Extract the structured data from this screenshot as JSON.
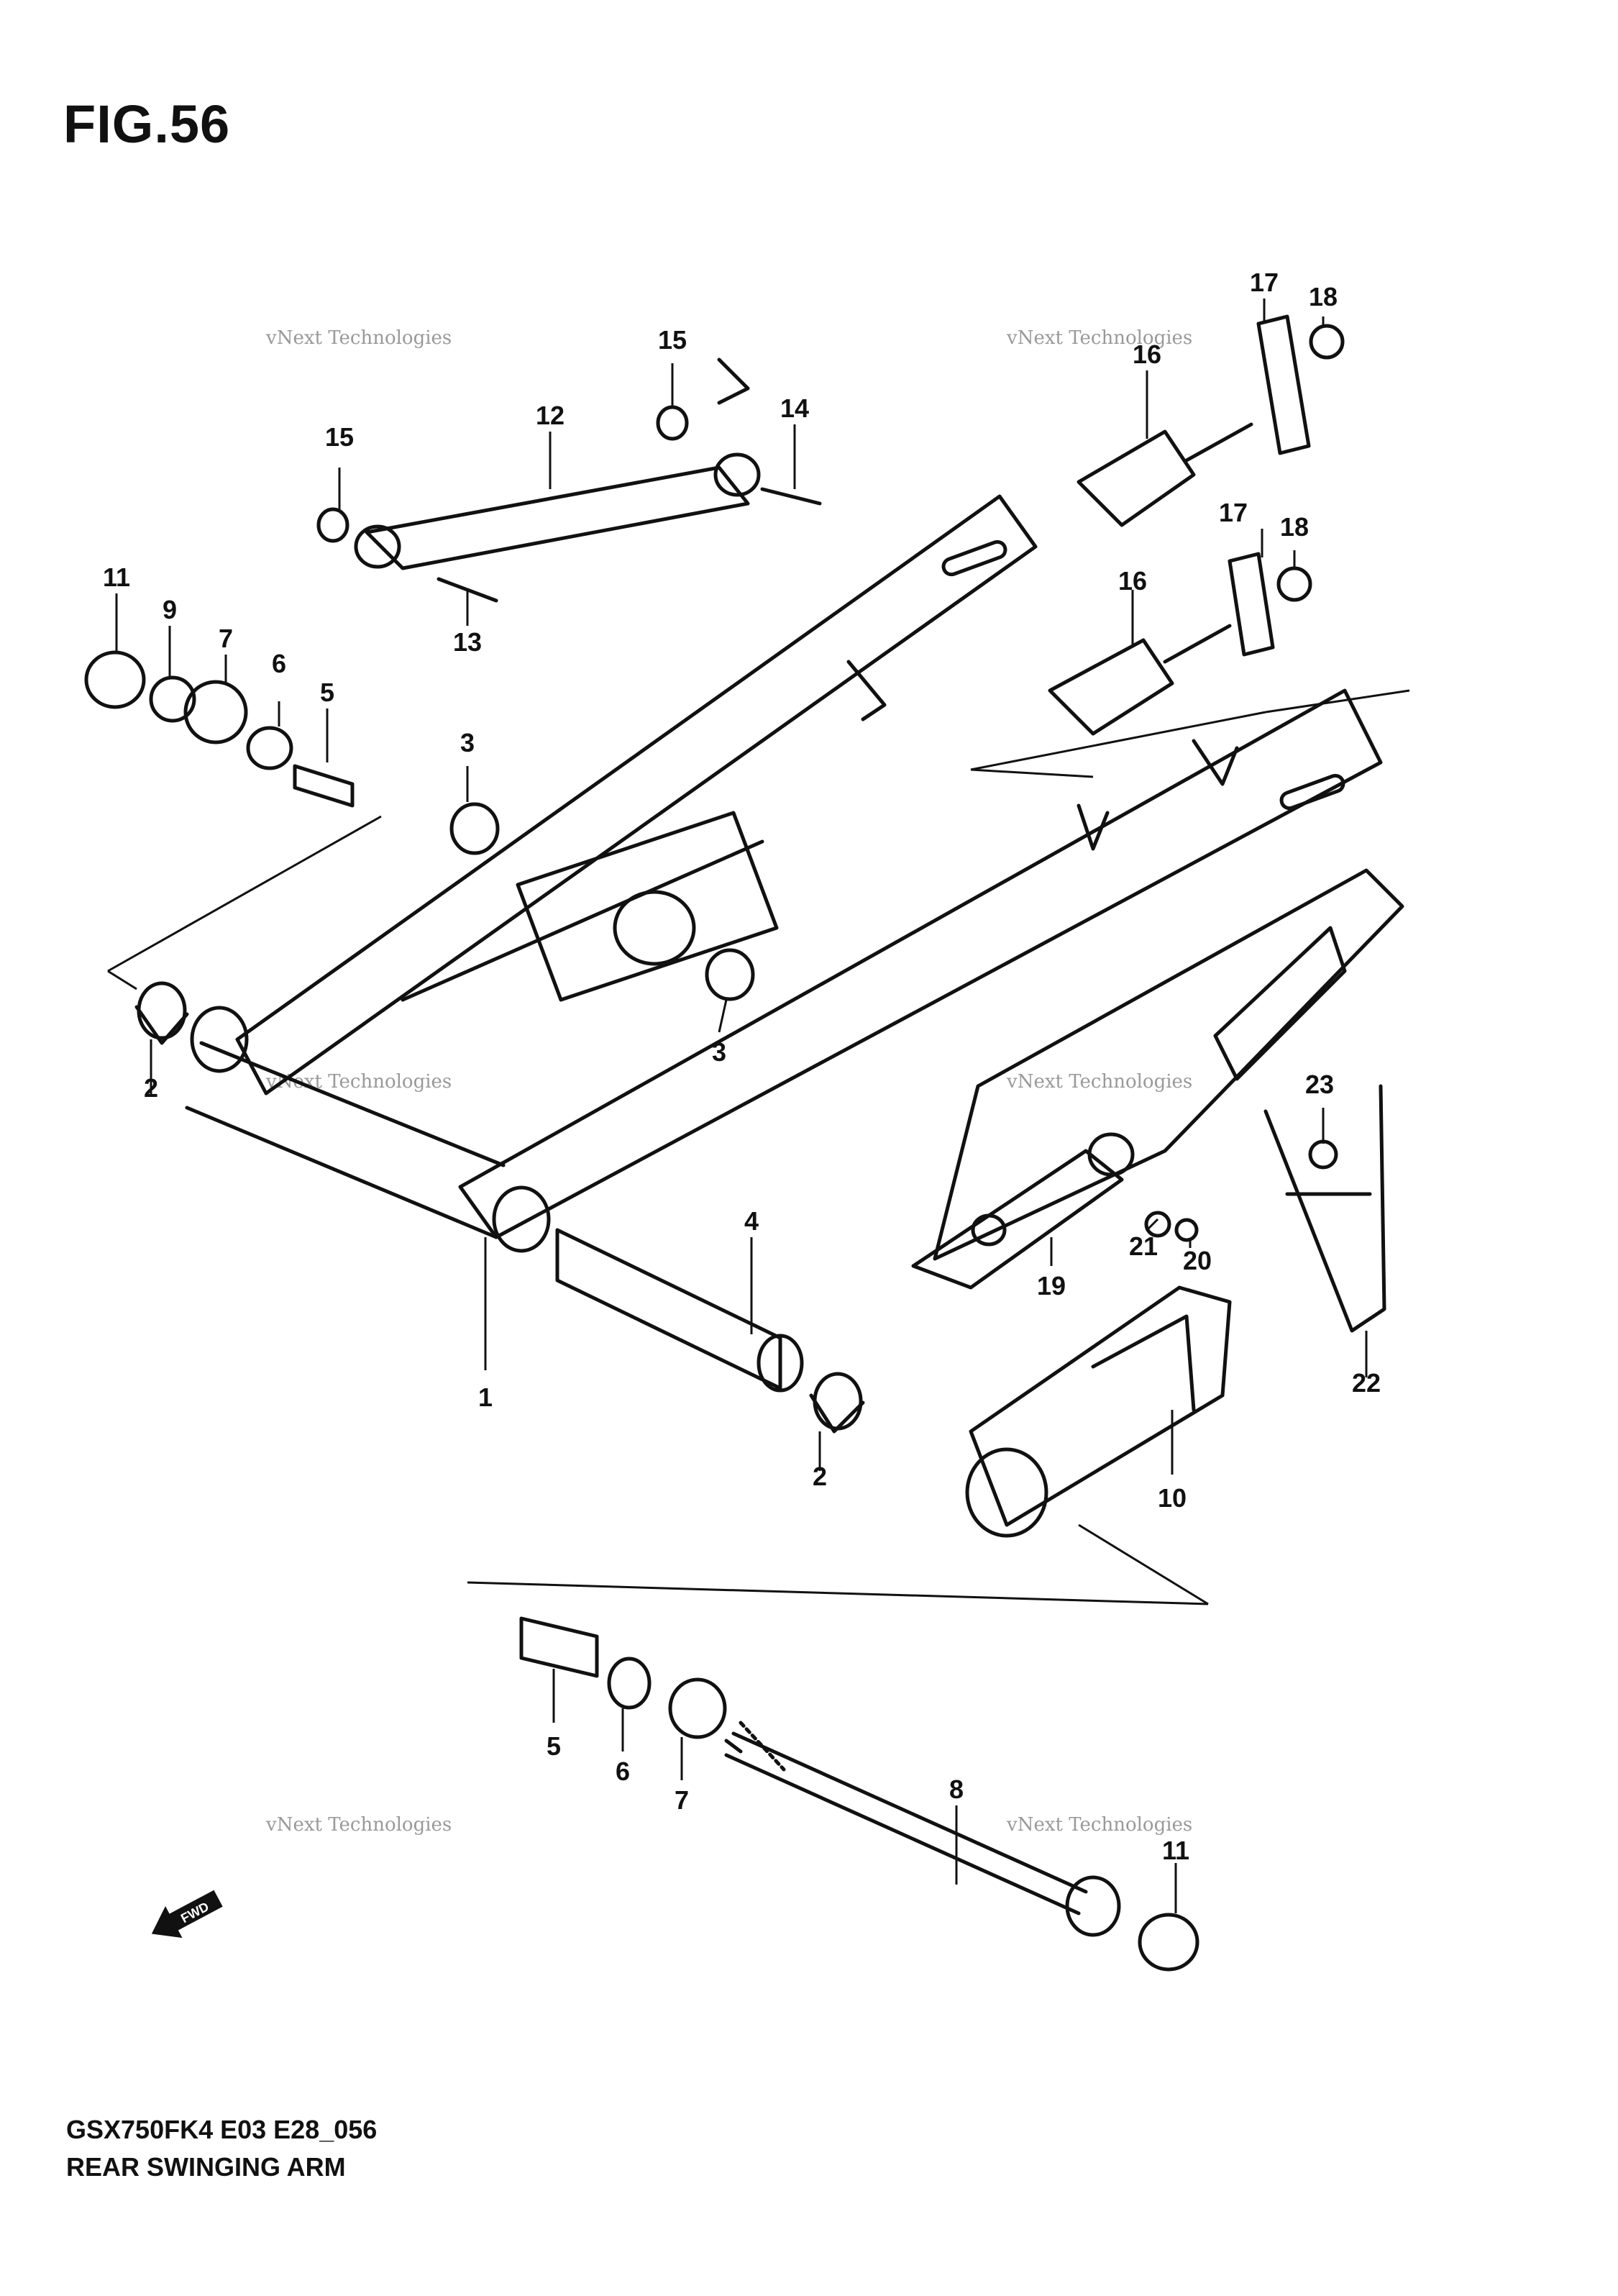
{
  "header": {
    "figure_label": "FIG.56"
  },
  "footer": {
    "model_code": "GSX750FK4 E03 E28_056",
    "caption": "REAR SWINGING ARM"
  },
  "watermark": {
    "text": "vNext Technologies",
    "color": "#999999"
  },
  "fwd_arrow": {
    "label": "FWD"
  },
  "callouts": [
    "1",
    "2",
    "2",
    "3",
    "3",
    "4",
    "5",
    "5",
    "6",
    "6",
    "7",
    "7",
    "8",
    "9",
    "10",
    "11",
    "11",
    "12",
    "13",
    "14",
    "15",
    "15",
    "16",
    "16",
    "17",
    "17",
    "18",
    "18",
    "19",
    "20",
    "21",
    "22",
    "23"
  ]
}
